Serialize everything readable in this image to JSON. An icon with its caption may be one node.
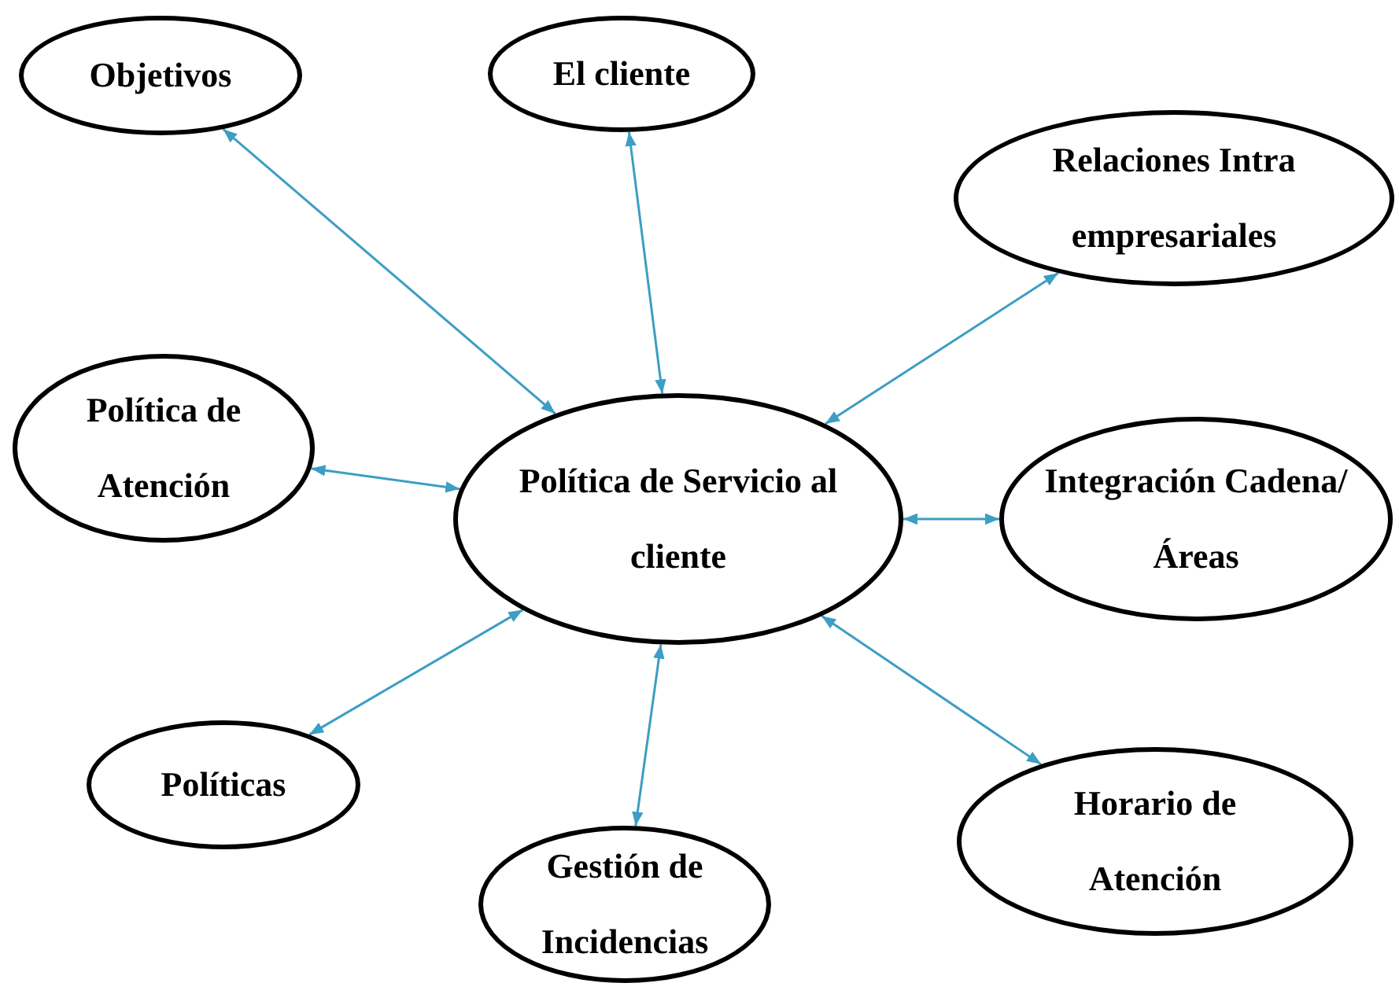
{
  "diagram": {
    "nodes": [
      {
        "text": [
          "Objetivos"
        ]
      },
      {
        "text": [
          "El cliente"
        ]
      },
      {
        "text": [
          "Relaciones Intra empresariales"
        ]
      },
      {
        "text": [
          "Política de Atención"
        ]
      },
      {
        "text": [
          "Política de Servicio al cliente"
        ]
      },
      {
        "text": [
          "Integración Cadena/Áreas"
        ]
      },
      {
        "text": [
          "Políticas"
        ]
      },
      {
        "text": [
          "Gestión de Incidencias"
        ]
      },
      {
        "text": [
          "Horario de Atención"
        ]
      }
    ],
    "edges": [
      {
        "from": 4,
        "to": 0,
        "arrow": "both"
      },
      {
        "from": 4,
        "to": 1,
        "arrow": "both"
      },
      {
        "from": 4,
        "to": 2,
        "arrow": "both"
      },
      {
        "from": 4,
        "to": 3,
        "arrow": "both"
      },
      {
        "from": 4,
        "to": 5,
        "arrow": "both"
      },
      {
        "from": 4,
        "to": 6,
        "arrow": "both"
      },
      {
        "from": 4,
        "to": 7,
        "arrow": "both"
      },
      {
        "from": 4,
        "to": 8,
        "arrow": "both"
      }
    ]
  }
}
